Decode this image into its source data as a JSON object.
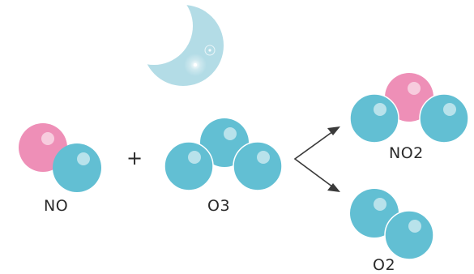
{
  "reaction": {
    "reactant_1": "NO",
    "operator": "+",
    "reactant_2": "O3",
    "product_1": "NO2",
    "product_2": "O2"
  },
  "icons": {
    "night": "crescent-moon-icon",
    "reaction_arrow": "split-arrow-icon"
  },
  "colors": {
    "nitrogen": "#ee8fb7",
    "oxygen": "#62bfd3",
    "moon": "#b3dce6",
    "text": "#2b2b2b",
    "arrow": "#3a3a3a"
  }
}
